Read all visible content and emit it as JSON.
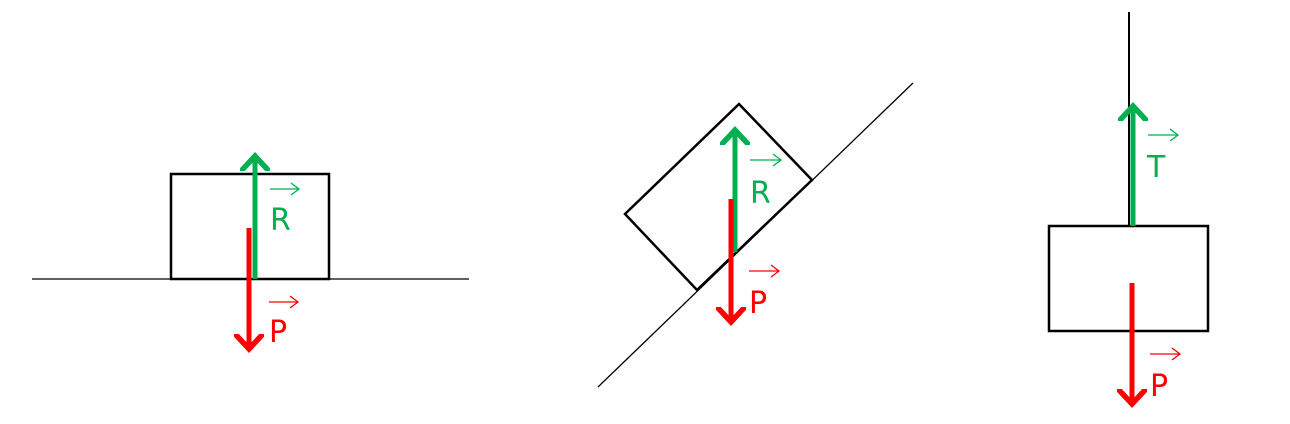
{
  "colors": {
    "reaction": "#00b050",
    "weight": "#ff0000",
    "outline": "#000000"
  },
  "diagrams": [
    {
      "name": "horizontal-surface",
      "labels": [
        "R",
        "P"
      ]
    },
    {
      "name": "inclined-plane",
      "labels": [
        "R",
        "P"
      ]
    },
    {
      "name": "hanging-mass",
      "labels": [
        "T",
        "P"
      ]
    }
  ]
}
